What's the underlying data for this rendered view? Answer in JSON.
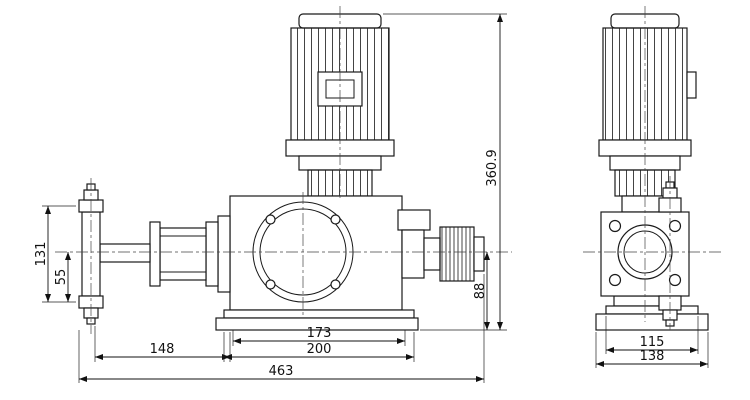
{
  "dims": {
    "total_height": "360.9",
    "valve_span": "131",
    "valve_offset": "55",
    "shaft_center_height": "88",
    "head_length": "148",
    "base_slot_spacing": "173",
    "base_width": "200",
    "total_length": "463",
    "side_base_top_width": "115",
    "side_base_bottom_width": "138"
  }
}
